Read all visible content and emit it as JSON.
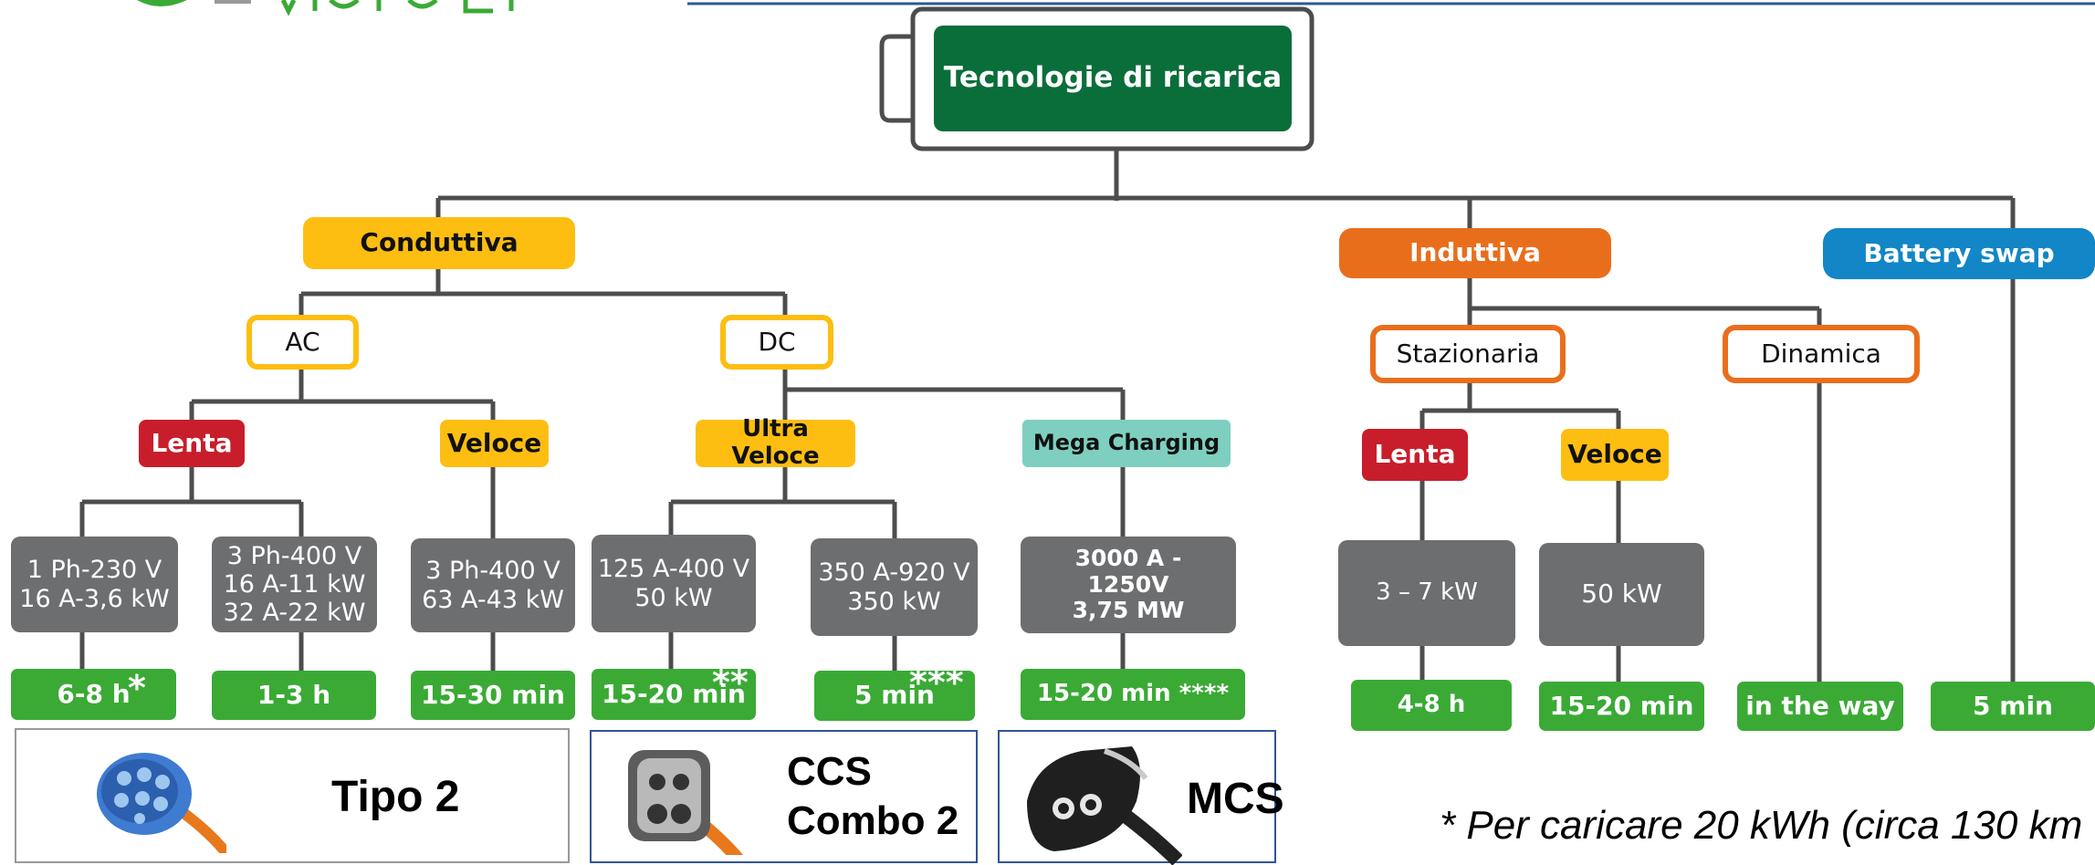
{
  "colors": {
    "conductive": "#fdbe11",
    "inductive": "#e96e1c",
    "swap": "#1286c7",
    "slow": "#c81e2b",
    "mega": "#7ecfbf",
    "spec_box": "#6d6e70",
    "time_box": "#3aaa35",
    "root": "#0a6e3a"
  },
  "root": "Tecnologie di ricarica",
  "conduttiva": {
    "label": "Conduttiva",
    "ac": "AC",
    "dc": "DC"
  },
  "ac_lenta": {
    "label": "Lenta",
    "spec1": [
      "1 Ph-230 V",
      "16 A-3,6 kW"
    ],
    "spec2": [
      "3 Ph-400 V",
      "16 A-11 kW",
      "32 A-22 kW"
    ],
    "time1": "6-8 h",
    "time1_mark": "*",
    "time2": "1-3 h"
  },
  "ac_veloce": {
    "label": "Veloce",
    "spec": [
      "3 Ph-400 V",
      "63 A-43 kW"
    ],
    "time": "15-30 min"
  },
  "dc_ultra": {
    "label": "Ultra Veloce",
    "spec1": [
      "125 A-400 V",
      "50 kW"
    ],
    "spec2": [
      "350 A-920 V",
      "350 kW"
    ],
    "time1": "15-20 min",
    "time1_mark": "**",
    "time2": "5 min",
    "time2_mark": "***"
  },
  "dc_mega": {
    "label": "Mega Charging",
    "spec": [
      "3000 A -",
      "1250V",
      "3,75 MW"
    ],
    "time": "15-20 min ****"
  },
  "induttiva": {
    "label": "Induttiva",
    "stazionaria": "Stazionaria",
    "dinamica": "Dinamica",
    "lenta": "Lenta",
    "veloce": "Veloce",
    "spec_lenta": "3 – 7 kW",
    "spec_veloce": "50 kW",
    "time_lenta": "4-8 h",
    "time_veloce": "15-20 min",
    "time_dinamica": "in the way"
  },
  "battery_swap": {
    "label": "Battery swap",
    "time": "5 min"
  },
  "connectors": {
    "tipo2": "Tipo 2",
    "ccs": [
      "CCS",
      "Combo 2"
    ],
    "mcs": "MCS"
  },
  "footnote": "* Per caricare  20 kWh   (circa 130 km"
}
